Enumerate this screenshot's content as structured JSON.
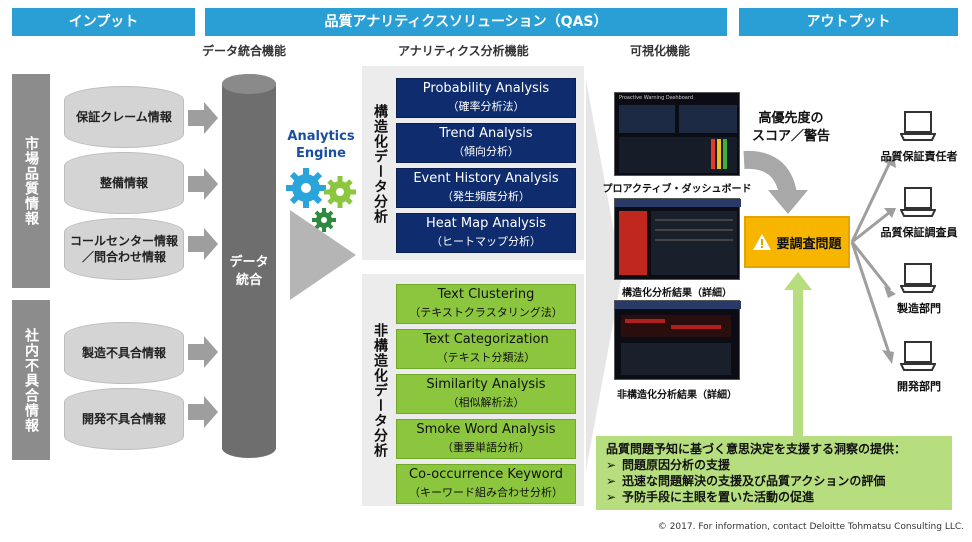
{
  "headers": {
    "input": "インプット",
    "qas": "品質アナリティクスソリューション（QAS）",
    "output": "アウトプット"
  },
  "subheaders": {
    "integration": "データ統合機能",
    "analytics": "アナリティクス分析機能",
    "visualization": "可視化機能"
  },
  "input": {
    "market_label": "市場品質情報",
    "internal_label": "社内不具合情報",
    "market_items": [
      "保証クレーム情報",
      "整備情報",
      "コールセンター情報\n／問合わせ情報"
    ],
    "internal_items": [
      "製造不具合情報",
      "開発不具合情報"
    ]
  },
  "integration": {
    "label": "データ\n統合"
  },
  "engine": {
    "label": "Analytics\nEngine"
  },
  "structured": {
    "label": "構造化データ分析",
    "items": [
      {
        "en": "Probability Analysis",
        "ja": "（確率分析法）"
      },
      {
        "en": "Trend Analysis",
        "ja": "（傾向分析）"
      },
      {
        "en": "Event History Analysis",
        "ja": "（発生頻度分析）"
      },
      {
        "en": "Heat Map Analysis",
        "ja": "（ヒートマップ分析）"
      }
    ]
  },
  "unstructured": {
    "label": "非構造化データ分析",
    "items": [
      {
        "en": "Text Clustering",
        "ja": "（テキストクラスタリング法）"
      },
      {
        "en": "Text Categorization",
        "ja": "（テキスト分類法）"
      },
      {
        "en": "Similarity Analysis",
        "ja": "（相似解析法）"
      },
      {
        "en": "Smoke Word Analysis",
        "ja": "（重要単語分析）"
      },
      {
        "en": "Co-occurrence Keyword",
        "ja": "（キーワード組み合わせ分析）"
      }
    ]
  },
  "visualization": {
    "captions": [
      "プロアクティブ・ダッシュボード",
      "構造化分析結果（詳細）",
      "非構造化分析結果（詳細）"
    ],
    "dashboard_title": "Proactive Warning Dashboard"
  },
  "output": {
    "score_label": "高優先度の\nスコア／警告",
    "alert_label": "要調査問題",
    "recipients": [
      "品質保証責任者",
      "品質保証調査員",
      "製造部門",
      "開発部門"
    ]
  },
  "insights": {
    "title": "品質問題予知に基づく意思決定を支援する洞察の提供：",
    "items": [
      "問題原因分析の支援",
      "迅速な問題解決の支援及び品質アクションの評価",
      "予防手段に主眼を置いた活動の促進"
    ]
  },
  "footer": {
    "copyright": "© 2017. For information, contact Deloitte Tohmatsu Consulting LLC."
  },
  "colors": {
    "header_blue": "#2a9fd6",
    "navy": "#0f2d6e",
    "green": "#8cc63f",
    "alert_yellow": "#f7b500"
  }
}
